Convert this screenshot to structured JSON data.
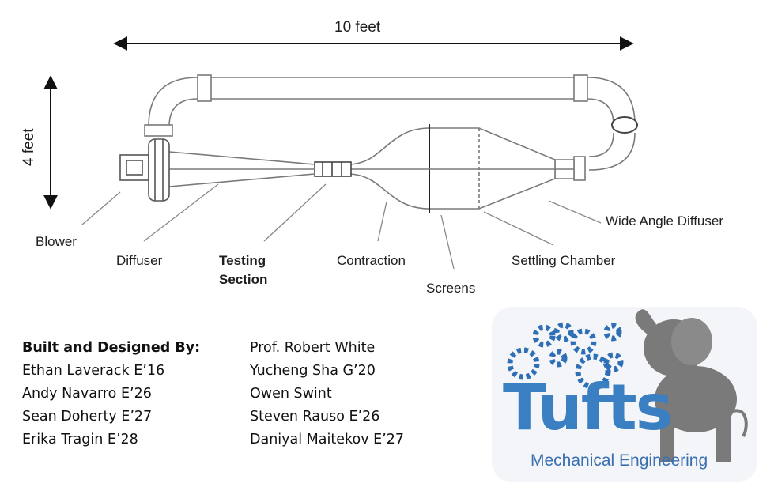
{
  "dimensions": {
    "width_label": "10 feet",
    "height_label": "4 feet"
  },
  "labels": {
    "blower": "Blower",
    "diffuser": "Diffuser",
    "testing_section_line1": "Testing",
    "testing_section_line2": "Section",
    "contraction": "Contraction",
    "screens": "Screens",
    "settling_chamber": "Settling Chamber",
    "wide_angle_diffuser": "Wide Angle Diffuser"
  },
  "credits": {
    "heading": "Built and Designed By:",
    "column_left": [
      "Ethan Laverack  E’16",
      "Andy Navarro E’26",
      "Sean Doherty E’27",
      "Erika Tragin E’28"
    ],
    "column_right": [
      "Prof. Robert White",
      "Yucheng Sha G’20",
      "Owen Swint",
      " Steven Rauso E’26",
      "Daniyal Maitekov E’27"
    ]
  },
  "logo": {
    "name": "Tufts",
    "subtitle": "Mechanical Engineering",
    "brand_blue": "#3a7fc1",
    "gear_blue": "#2f6fb5",
    "elephant_gray": "#7a7a7a"
  },
  "colors": {
    "line": "#777777",
    "arrow": "#111111",
    "text": "#1e1e1e"
  }
}
